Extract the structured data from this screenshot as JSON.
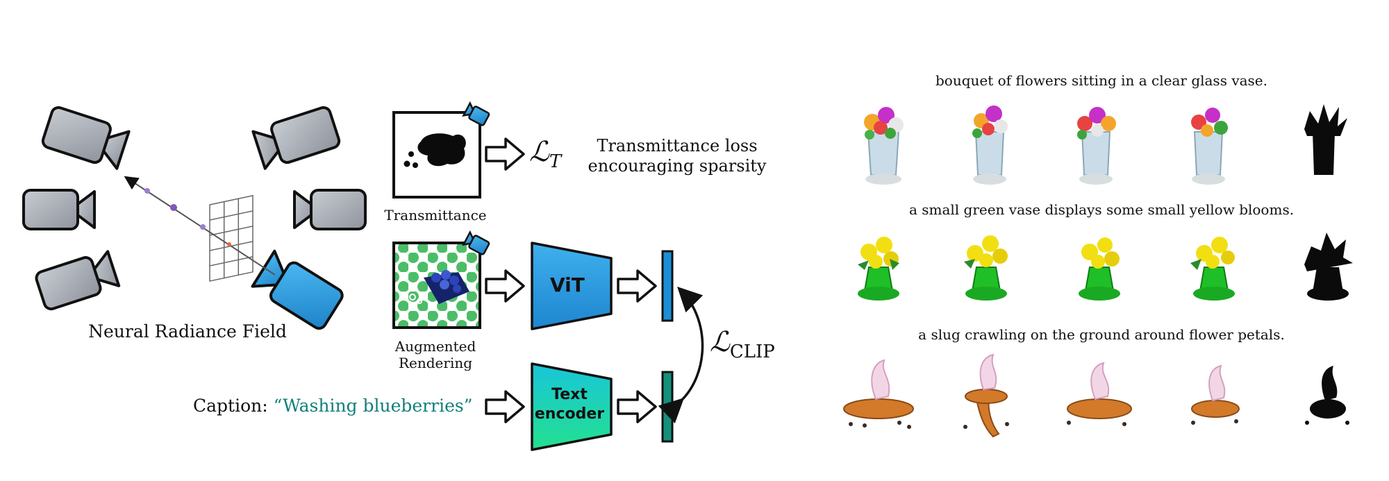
{
  "left_panel": {
    "nerf_label": "Neural Radiance Field",
    "transmittance_label": "Transmittance",
    "augmented_label_line1": "Augmented",
    "augmented_label_line2": "Rendering",
    "loss_t_symbol": "ℒ",
    "loss_t_sub": "T",
    "loss_t_desc_line1": "Transmittance loss",
    "loss_t_desc_line2": "encouraging sparsity",
    "vit_label": "ViT",
    "text_encoder_line1": "Text",
    "text_encoder_line2": "encoder",
    "caption_prefix": "Caption:",
    "caption_text": "“Washing blueberries”",
    "loss_clip_symbol": "ℒ",
    "loss_clip_sub": "CLIP"
  },
  "right_panel": {
    "rows": [
      {
        "caption": "bouquet of flowers sitting in a clear glass vase."
      },
      {
        "caption": "a small green vase displays some small yellow blooms."
      },
      {
        "caption": "a slug crawling on the ground around flower petals."
      }
    ]
  },
  "colors": {
    "camera_gray": "#a9adb5",
    "camera_blue": "#2a9fe0",
    "vit_blue": "#2f9ee0",
    "text_encoder_teal": "#1fd2b0",
    "clip_bar_blue": "#1a8fd6",
    "clip_bar_teal": "#14907a",
    "caption_teal": "#0f7f7a",
    "checker_green": "#2bb24c",
    "flower_vase": "#b9d3e3",
    "green_vase": "#1fbf27",
    "yellow_bloom": "#f2df12",
    "slug_orange": "#d27a2a"
  }
}
